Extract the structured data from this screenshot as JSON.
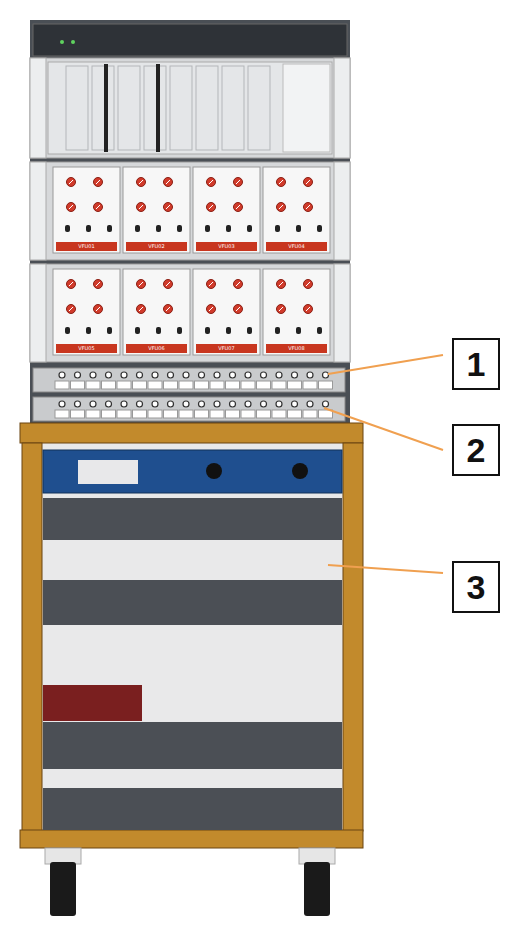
{
  "diagram": {
    "nodes": [
      {
        "text": [
          "1"
        ]
      },
      {
        "text": [
          "2"
        ]
      },
      {
        "text": [
          "3"
        ]
      }
    ],
    "labels": [
      "VFU01",
      "VFU02",
      "VFU03",
      "VFU04",
      "VFU05",
      "VFU06",
      "VFU07",
      "VFU08"
    ]
  }
}
